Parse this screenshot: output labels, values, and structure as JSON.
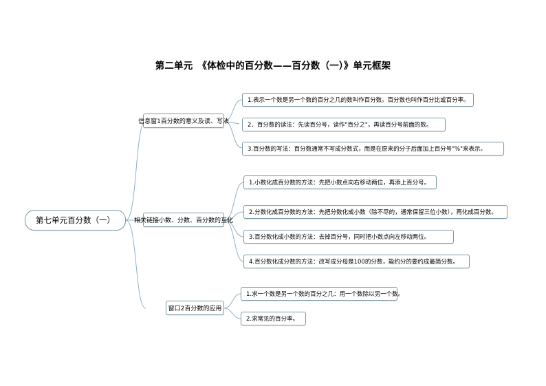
{
  "title": "第二单元　《体检中的百分数——百分数（一）》单元框架",
  "root": {
    "label": "第七单元百分数（一）"
  },
  "branches": [
    {
      "label": "信息窗1百分数的意义及读、写法"
    },
    {
      "label": "相关链接小数、分数、百分数的互化"
    },
    {
      "label": "窗口2百分数的应用"
    }
  ],
  "leaves": {
    "branch1": [
      "1.表示一个数是另一个数的百分之几的数叫作百分数。百分数也叫作百分比或百分率。",
      "2．百分数的读法：先读百分号，读作\"百分之\"，再读百分号前面的数。",
      "3.百分数的写法：百分数通常不写成分数式，而是在原来的分子后面加上百分号\"%\"来表示。"
    ],
    "branch2": [
      "1.小数化成百分数的方法：先把小数点向右移动两位，再添上百分号。",
      "2.分数化成百分数的方法：先把分数化成小数（除不尽的，通常保留三位小数），再化成百分数。",
      "3.百分数化成小数的方法：去掉百分号，同时把小数点向左移动两位。",
      "4.百分数化成分数的方法：改写成分母是100的分数，能约分的要约成最简分数。"
    ],
    "branch3": [
      "1.求一个数是另一个数的百分之几：用一个数除以另一个数。",
      "2.求常见的百分率。"
    ]
  },
  "colors": {
    "border": "#7a98a8",
    "connector": "#8fb0c0",
    "text": "#000000",
    "background": "#ffffff"
  }
}
